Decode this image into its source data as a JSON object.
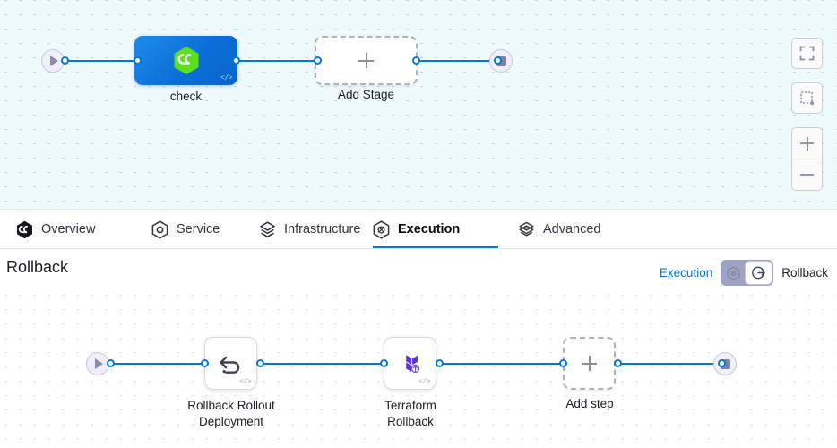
{
  "stage_canvas": {
    "start_node": {
      "name": "pipeline-start",
      "icon": "play-icon"
    },
    "end_node": {
      "name": "pipeline-end",
      "icon": "stop-icon"
    },
    "nodes": [
      {
        "id": "check",
        "label": "check",
        "type": "stage",
        "icon": "harness-hexagon-icon",
        "badge": "</>"
      },
      {
        "id": "add-stage",
        "label": "Add Stage",
        "type": "add",
        "icon": "plus-icon"
      }
    ],
    "tools": {
      "fullscreen_label": "fullscreen-icon",
      "select_label": "marquee-select-icon",
      "zoom_in_label": "+",
      "zoom_out_label": "−"
    },
    "colors": {
      "background": "#effafd",
      "connector": "#0278d5",
      "stage_node": "#0b6fd8"
    }
  },
  "tabs": {
    "items": [
      {
        "id": "overview",
        "label": "Overview",
        "icon": "harness-hexagon-icon",
        "active": false
      },
      {
        "id": "service",
        "label": "Service",
        "icon": "service-hexagon-icon",
        "active": false
      },
      {
        "id": "infrastructure",
        "label": "Infrastructure",
        "icon": "layers-diamond-icon",
        "active": false
      },
      {
        "id": "execution",
        "label": "Execution",
        "icon": "execution-hexagon-icon",
        "active": true
      },
      {
        "id": "advanced",
        "label": "Advanced",
        "icon": "stacked-layers-icon",
        "active": false
      }
    ],
    "active_color": "#0278d5"
  },
  "rollback_panel": {
    "title": "Rollback",
    "toggle": {
      "left_label": "Execution",
      "right_label": "Rollback",
      "selected": "Rollback",
      "left_icon": "execution-hexagon-icon",
      "right_icon": "rollback-circle-arrow-icon",
      "track_color": "#a0a2c2"
    },
    "start_node": {
      "name": "rollback-start",
      "icon": "play-icon"
    },
    "end_node": {
      "name": "rollback-end",
      "icon": "stop-icon"
    },
    "steps": [
      {
        "id": "rollback-rollout-deployment",
        "label_line1": "Rollback Rollout",
        "label_line2": "Deployment",
        "icon": "undo-arrow-icon",
        "badge": "</>"
      },
      {
        "id": "terraform-rollback",
        "label_line1": "Terraform",
        "label_line2": "Rollback",
        "icon": "terraform-icon",
        "badge": "</>"
      },
      {
        "id": "add-step",
        "label_line1": "Add step",
        "label_line2": "",
        "icon": "plus-icon",
        "badge": ""
      }
    ]
  }
}
